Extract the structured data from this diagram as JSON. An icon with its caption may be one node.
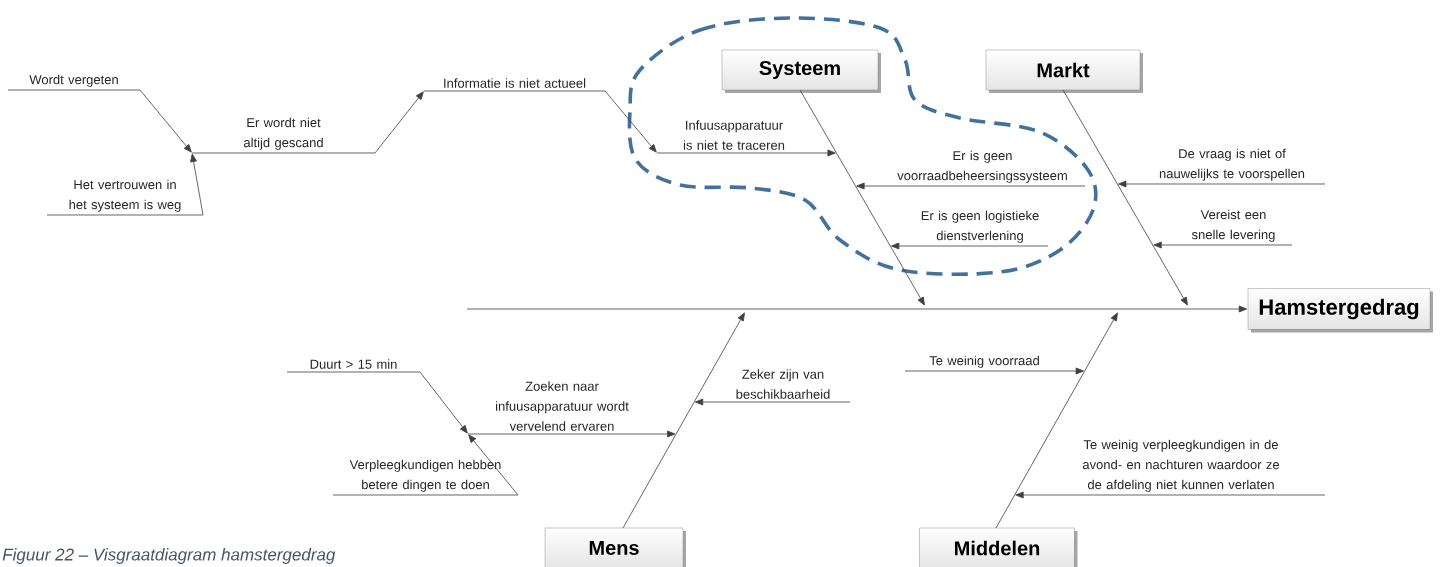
{
  "diagram": {
    "caption": "Figuur 22 – Visgraatdiagram hamstergedrag",
    "nodes": [
      {
        "text": [
          "Systeem"
        ]
      },
      {
        "text": [
          "Markt"
        ]
      },
      {
        "text": [
          "Hamstergedrag"
        ]
      },
      {
        "text": [
          "Mens"
        ]
      },
      {
        "text": [
          "Middelen"
        ]
      },
      {
        "text": [
          "Wordt vergeten"
        ]
      },
      {
        "text": [
          "Informatie is niet actueel"
        ]
      },
      {
        "text": [
          "Er wordt niet altijd gescand"
        ]
      },
      {
        "text": [
          "Het vertrouwen in het systeem is weg"
        ]
      },
      {
        "text": [
          "Infuusapparatuur is niet te traceren"
        ]
      },
      {
        "text": [
          "Er is geen voorraadbeheersingssysteem"
        ]
      },
      {
        "text": [
          "De vraag is niet of nauwelijks te voorspellen"
        ]
      },
      {
        "text": [
          "Er is geen logistieke dienstverlening"
        ]
      },
      {
        "text": [
          "Vereist een snelle levering"
        ]
      },
      {
        "text": [
          "Duurt > 15 min"
        ]
      },
      {
        "text": [
          "Zeker zijn van beschikbaarheid"
        ]
      },
      {
        "text": [
          "Te weinig voorraad"
        ]
      },
      {
        "text": [
          "Zoeken naar infuusapparatuur wordt vervelend ervaren"
        ]
      },
      {
        "text": [
          "Te weinig verpleegkundigen in de avond- en nachturen waardoor ze de afdeling niet kunnen verlaten"
        ]
      },
      {
        "text": [
          "Verpleegkundigen hebben betere dingen te doen"
        ]
      }
    ],
    "edges": [
      {
        "from": null,
        "to": 2,
        "arrow": "to"
      },
      {
        "from": 0,
        "to": null,
        "arrow": "to"
      },
      {
        "from": 1,
        "to": null,
        "arrow": "to"
      },
      {
        "from": 3,
        "to": null,
        "arrow": "to"
      },
      {
        "from": 4,
        "to": null,
        "arrow": "to"
      },
      {
        "from": 5,
        "to": 7,
        "arrow": "to"
      },
      {
        "from": 8,
        "to": 7,
        "arrow": "to"
      },
      {
        "from": 7,
        "to": 6,
        "arrow": "to"
      },
      {
        "from": 6,
        "to": 9,
        "arrow": "to"
      },
      {
        "from": 9,
        "to": null,
        "arrow": "to"
      },
      {
        "from": 10,
        "to": null,
        "arrow": "to"
      },
      {
        "from": 12,
        "to": null,
        "arrow": "to"
      },
      {
        "from": 11,
        "to": null,
        "arrow": "to"
      },
      {
        "from": 13,
        "to": null,
        "arrow": "to"
      },
      {
        "from": 14,
        "to": 17,
        "arrow": "to"
      },
      {
        "from": 19,
        "to": 17,
        "arrow": "to"
      },
      {
        "from": 17,
        "to": null,
        "arrow": "to"
      },
      {
        "from": 15,
        "to": null,
        "arrow": "to"
      },
      {
        "from": 16,
        "to": null,
        "arrow": "to"
      },
      {
        "from": 18,
        "to": null,
        "arrow": "to"
      }
    ]
  }
}
